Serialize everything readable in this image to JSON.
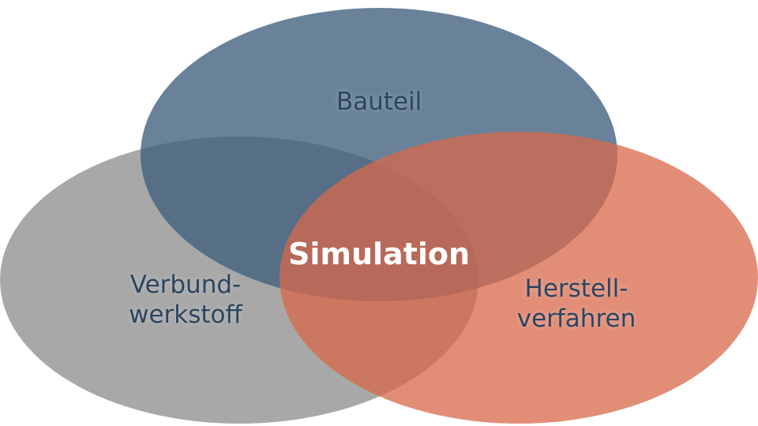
{
  "diagram": {
    "type": "venn",
    "center_label": "Simulation",
    "sets": [
      {
        "id": "bauteil",
        "label": "Bauteil",
        "color": "#4a6784"
      },
      {
        "id": "verbundwerkstoff",
        "label_lines": [
          "Verbund-",
          "werkstoff"
        ],
        "color": "#a3a3a3"
      },
      {
        "id": "herstellverfahren",
        "label_lines": [
          "Herstell-",
          "verfahren"
        ],
        "color": "#dc7a60"
      }
    ]
  }
}
